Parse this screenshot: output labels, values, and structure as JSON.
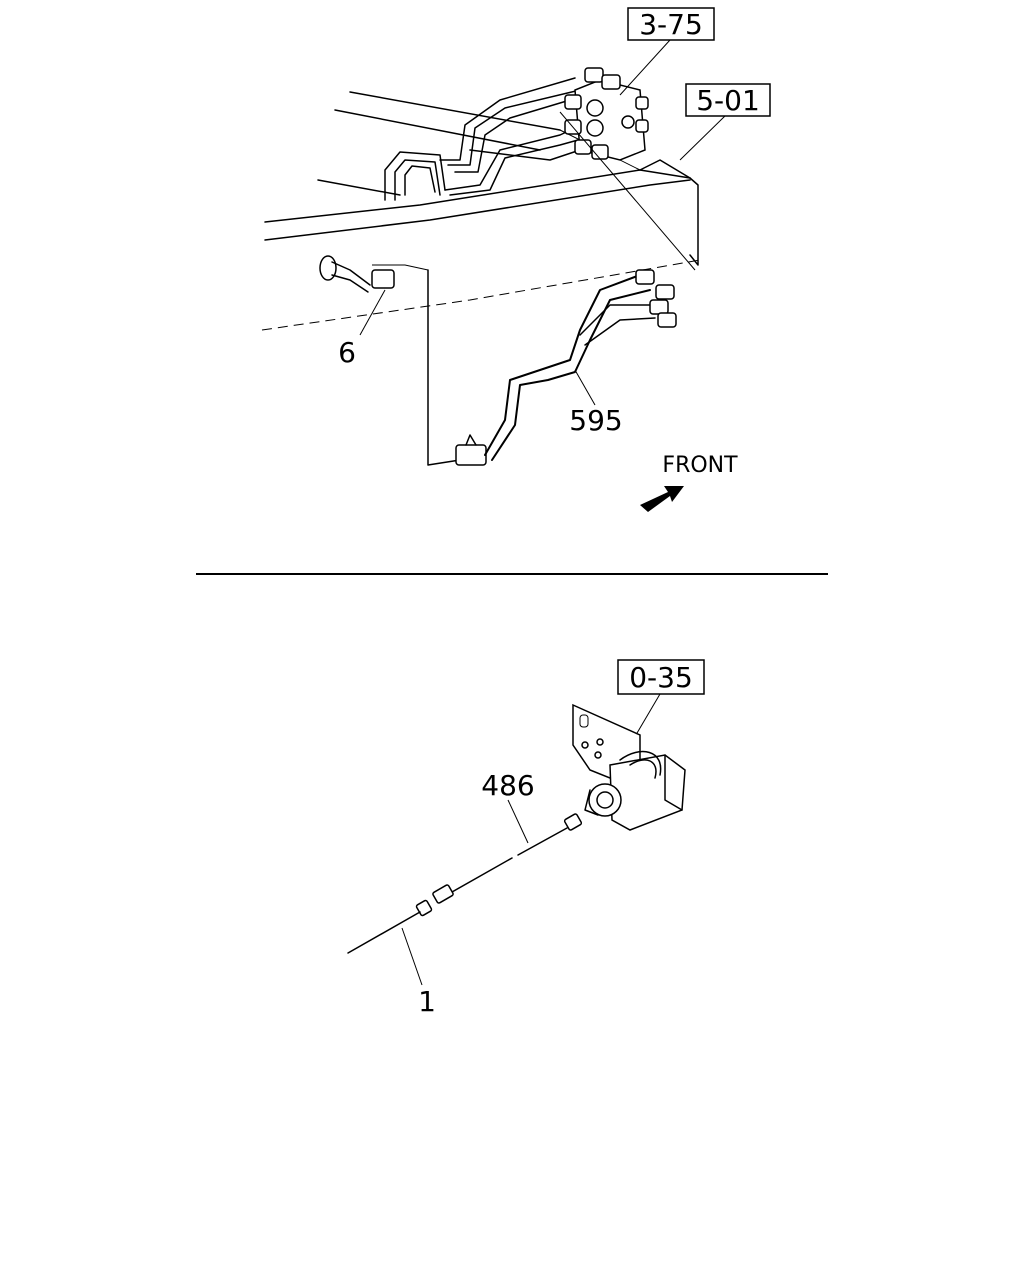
{
  "diagram": {
    "top_view": {
      "ref_boxes": [
        {
          "id": "ref-3-75",
          "label": "3-75"
        },
        {
          "id": "ref-5-01",
          "label": "5-01"
        }
      ],
      "part_numbers": [
        {
          "id": "part-6",
          "label": "6"
        },
        {
          "id": "part-595",
          "label": "595"
        }
      ],
      "direction_label": "FRONT"
    },
    "bottom_view": {
      "ref_boxes": [
        {
          "id": "ref-0-35",
          "label": "0-35"
        }
      ],
      "part_numbers": [
        {
          "id": "part-486",
          "label": "486"
        },
        {
          "id": "part-1",
          "label": "1"
        }
      ]
    }
  }
}
